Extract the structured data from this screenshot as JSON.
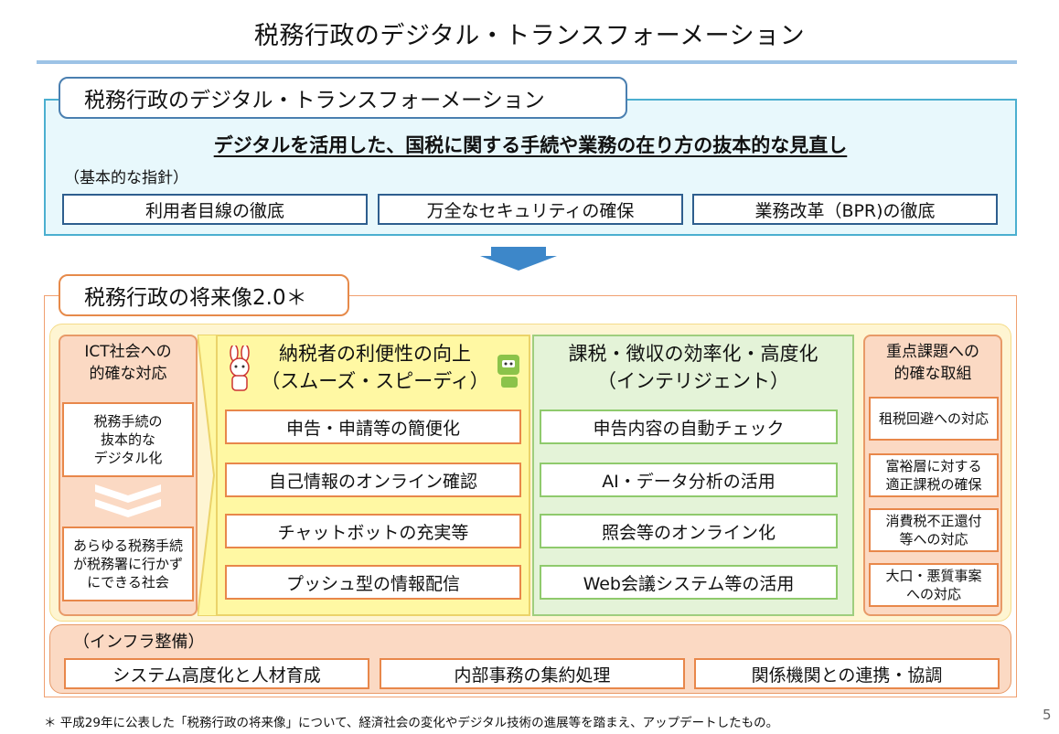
{
  "page_title": "税務行政のデジタル・トランスフォーメーション",
  "dx": {
    "tab_label": "税務行政のデジタル・トランスフォーメーション",
    "headline": "デジタルを活用した、国税に関する手続や業務の在り方の抜本的な見直し",
    "policy_label": "（基本的な指針）",
    "policies": [
      "利用者目線の徹底",
      "万全なセキュリティの確保",
      "業務改革（BPR)の徹底"
    ]
  },
  "future": {
    "tab_label": "税務行政の将来像2.0＊",
    "left": {
      "heading_line1": "ICT社会への",
      "heading_line2": "的確な対応",
      "box1": [
        "税務手続の",
        "抜本的な",
        "デジタル化"
      ],
      "box2": [
        "あらゆる税務手続",
        "が税務署に行かず",
        "にできる社会"
      ]
    },
    "convenience": {
      "heading_line1": "納税者の利便性の向上",
      "heading_line2": "（スムーズ・スピーディ）",
      "items": [
        "申告・申請等の簡便化",
        "自己情報のオンライン確認",
        "チャットボットの充実等",
        "プッシュ型の情報配信"
      ]
    },
    "efficiency": {
      "heading_line1": "課税・徴収の効率化・高度化",
      "heading_line2": "（インテリジェント）",
      "items": [
        "申告内容の自動チェック",
        "AI・データ分析の活用",
        "照会等のオンライン化",
        "Web会議システム等の活用"
      ]
    },
    "right": {
      "heading_line1": "重点課題への",
      "heading_line2": "的確な取組",
      "items": [
        [
          "租税回避への対応"
        ],
        [
          "富裕層に対する",
          "適正課税の確保"
        ],
        [
          "消費税不正還付",
          "等への対応"
        ],
        [
          "大口・悪質事案",
          "への対応"
        ]
      ]
    },
    "infra": {
      "label": "（インフラ整備）",
      "items": [
        "システム高度化と人材育成",
        "内部事務の集約処理",
        "関係機関との連携・協調"
      ]
    }
  },
  "footnote": "＊ 平成29年に公表した「税務行政の将来像」について、経済社会の変化やデジタル技術の進展等を踏まえ、アップデートしたもの。",
  "page_number": "5",
  "colors": {
    "accent_blue": "#4bafd0",
    "accent_orange": "#e8874a",
    "accent_green": "#8fca6c",
    "arrow": "#3d87c9"
  }
}
